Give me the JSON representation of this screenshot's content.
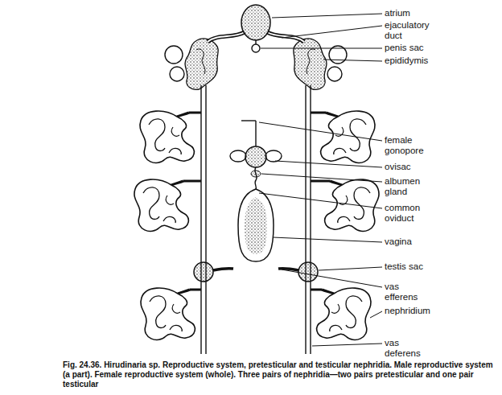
{
  "diagram": {
    "caption": "Fig. 24.36. Hirudinaria sp. Reproductive system, pretesticular and testicular nephridia. Male reproductive system (a part). Female reproductive system (whole). Three pairs of nephridia—two pairs pretesticular and one pair testicular",
    "labels": [
      "atrium",
      "ejaculatory duct",
      "penis sac",
      "epididymis",
      "female gonopore",
      "ovisac",
      "albumen gland",
      "common oviduct",
      "vagina",
      "testis sac",
      "vas efferens",
      "nephridium",
      "vas deferens"
    ]
  }
}
